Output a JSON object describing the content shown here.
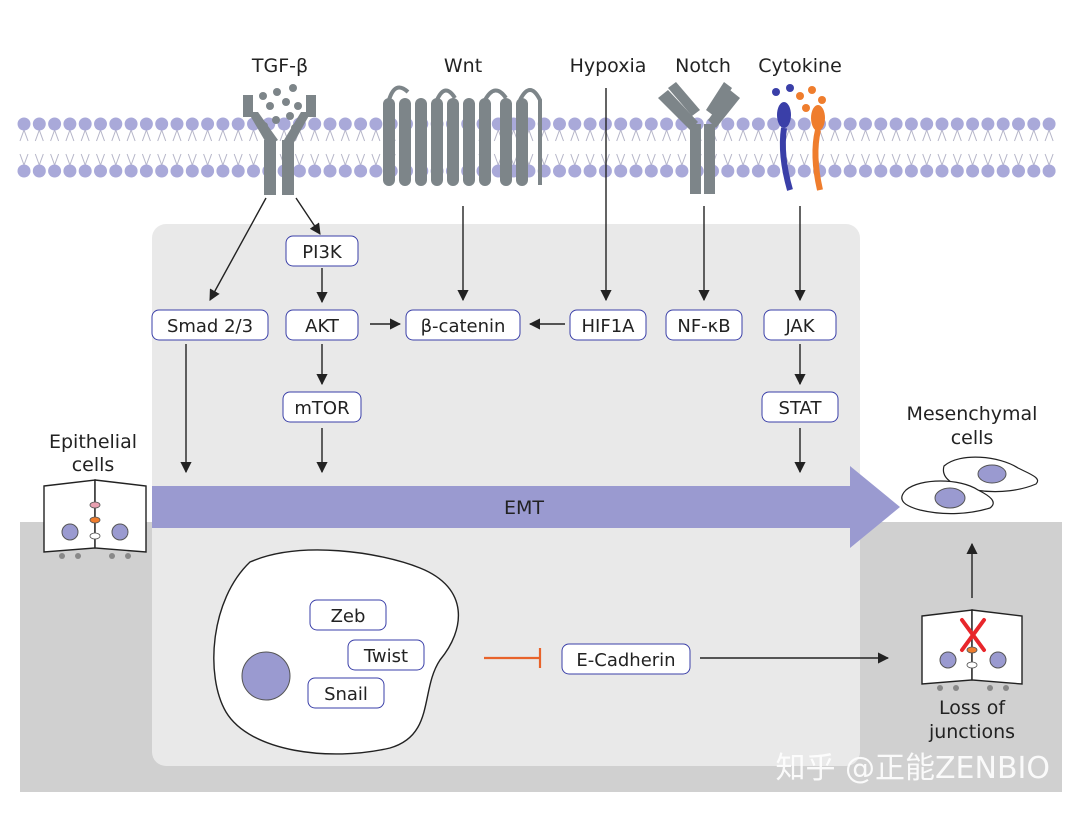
{
  "signals": {
    "tgfb": "TGF-β",
    "wnt": "Wnt",
    "hypoxia": "Hypoxia",
    "notch": "Notch",
    "cytokine": "Cytokine"
  },
  "nodes": {
    "smad": "Smad 2/3",
    "pi3k": "PI3K",
    "akt": "AKT",
    "mtor": "mTOR",
    "bcatenin": "β-catenin",
    "hif1a": "HIF1A",
    "nfkb": "NF-κB",
    "jak": "JAK",
    "stat": "STAT",
    "zeb": "Zeb",
    "twist": "Twist",
    "snail": "Snail",
    "ecadherin": "E-Cadherin"
  },
  "process": {
    "emt": "EMT"
  },
  "cells": {
    "epithelial_line1": "Epithelial",
    "epithelial_line2": "cells",
    "mesenchymal_line1": "Mesenchymal",
    "mesenchymal_line2": "cells",
    "loss_line1": "Loss of",
    "loss_line2": "junctions"
  },
  "watermark": "知乎 @正能ZENBIO",
  "colors": {
    "membrane": "#a9a9d9",
    "receptor": "#7d8589",
    "emt_arrow": "#9a9ad0",
    "inhibit": "#e8632b",
    "cytokine_blue": "#3a3fa8",
    "cytokine_orange": "#ef7d2d",
    "nucleus": "#9a9ad0",
    "cross": "#e8262b"
  }
}
